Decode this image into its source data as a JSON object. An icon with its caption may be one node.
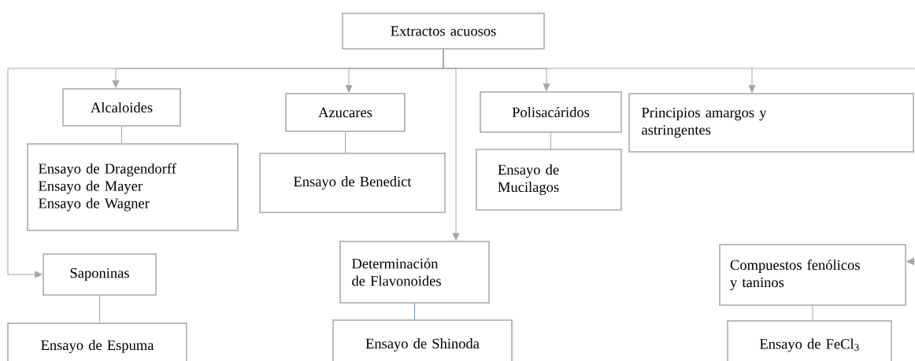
{
  "diagram": {
    "nodes": [
      {
        "text": [
          "Extractos acuosos"
        ]
      },
      {
        "text": [
          "Alcaloides"
        ]
      },
      {
        "text": [
          "Ensayo de Dragendorff",
          "Ensayo de Mayer",
          "Ensayo de Wagner"
        ]
      },
      {
        "text": [
          "Azucares"
        ]
      },
      {
        "text": [
          "Ensayo de Benedict"
        ]
      },
      {
        "text": [
          "Polisacáridos"
        ]
      },
      {
        "text": [
          "Ensayo de Mucilagos"
        ]
      },
      {
        "text": [
          "Principios amargos y astringentes"
        ]
      },
      {
        "text": [
          "Saponinas"
        ]
      },
      {
        "text": [
          "Ensayo de Espuma"
        ]
      },
      {
        "text": [
          "Determinación de Flavonoides"
        ]
      },
      {
        "text": [
          "Ensayo de Shinoda"
        ]
      },
      {
        "text": [
          "Compuestos fenólicos y taninos"
        ]
      },
      {
        "text": [
          "Ensayo de FeCl$_{3}$"
        ]
      }
    ],
    "edges": [
      {
        "from": 0,
        "to": 1,
        "arrow": "to"
      },
      {
        "from": 0,
        "to": 3,
        "arrow": "to"
      },
      {
        "from": 0,
        "to": 5,
        "arrow": "to"
      },
      {
        "from": 0,
        "to": 7,
        "arrow": "to"
      },
      {
        "from": 0,
        "to": 8,
        "arrow": "to"
      },
      {
        "from": 0,
        "to": 10,
        "arrow": "to"
      },
      {
        "from": null,
        "to": 12,
        "arrow": "to"
      },
      {
        "from": 1,
        "to": 2,
        "arrow": "none"
      },
      {
        "from": 3,
        "to": 4,
        "arrow": "none"
      },
      {
        "from": 5,
        "to": 6,
        "arrow": "none"
      },
      {
        "from": 8,
        "to": 9,
        "arrow": "none"
      },
      {
        "from": 10,
        "to": 11,
        "arrow": "none",
        "color": "#5b9bd5"
      },
      {
        "from": 12,
        "to": 13,
        "arrow": "none"
      }
    ]
  }
}
